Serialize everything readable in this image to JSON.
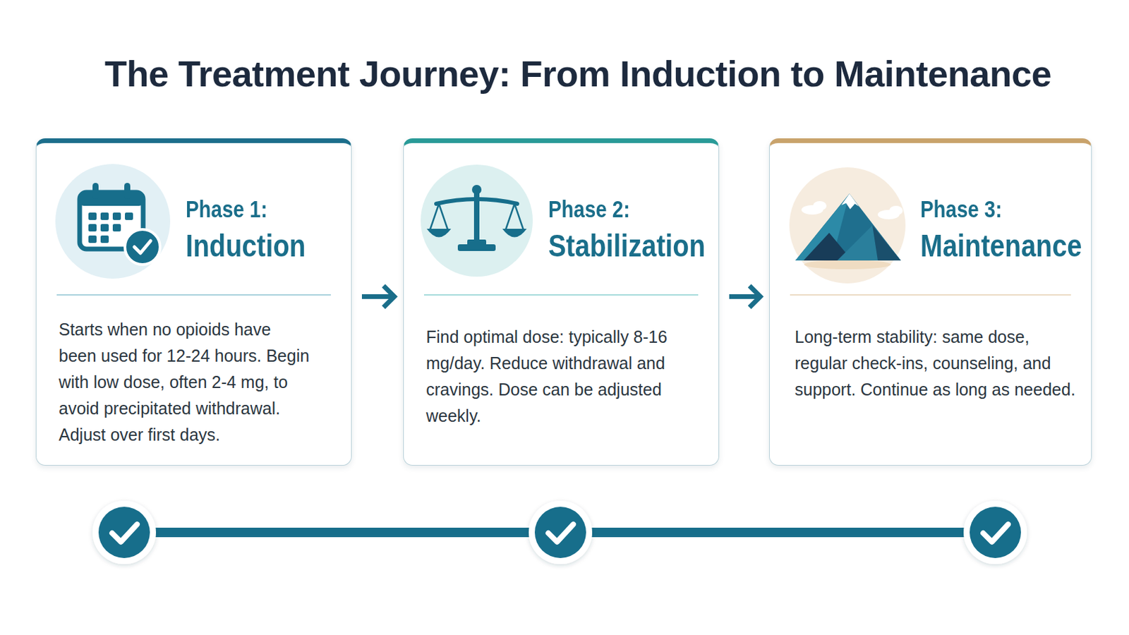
{
  "diagram": {
    "title": "The Treatment Journey: From Induction to Maintenance",
    "nodes": [
      {
        "text": [
          "Phase 1:",
          "Induction",
          "Starts when no opioids have been used for 12-24 hours. Begin with low dose, often 2-4 mg, to avoid precipitated withdrawal. Adjust over first days."
        ]
      },
      {
        "text": [
          "Phase 2:",
          "Stabilization",
          "Find optimal dose: typically 8-16 mg/day. Reduce withdrawal and cravings. Dose can be adjusted weekly."
        ]
      },
      {
        "text": [
          "Phase 3:",
          "Maintenance",
          "Long-term stability: same dose, regular check-ins, counseling, and support. Continue as long as needed."
        ]
      }
    ],
    "edges": [
      {
        "from": 0,
        "to": 1,
        "arrow": "to"
      },
      {
        "from": 1,
        "to": 2,
        "arrow": "to"
      }
    ]
  }
}
